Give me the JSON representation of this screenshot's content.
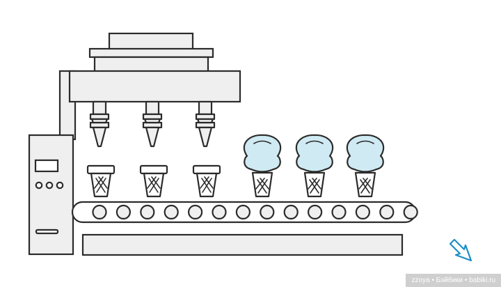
{
  "scene": {
    "colors": {
      "outline": "#2b2b2b",
      "machine_fill": "#efefef",
      "ice_cream": "#cfeaf3",
      "arrow": "#1a8fc6",
      "watermark_bg": "#cfcfcf"
    },
    "nozzle_count": 3,
    "empty_cone_count": 3,
    "filled_cone_count": 3,
    "roller_count": 14
  },
  "navigation": {
    "next_icon": "arrow-down-right-icon"
  },
  "watermark": {
    "text": "zzoya • Бэйбики • babiki.ru"
  }
}
